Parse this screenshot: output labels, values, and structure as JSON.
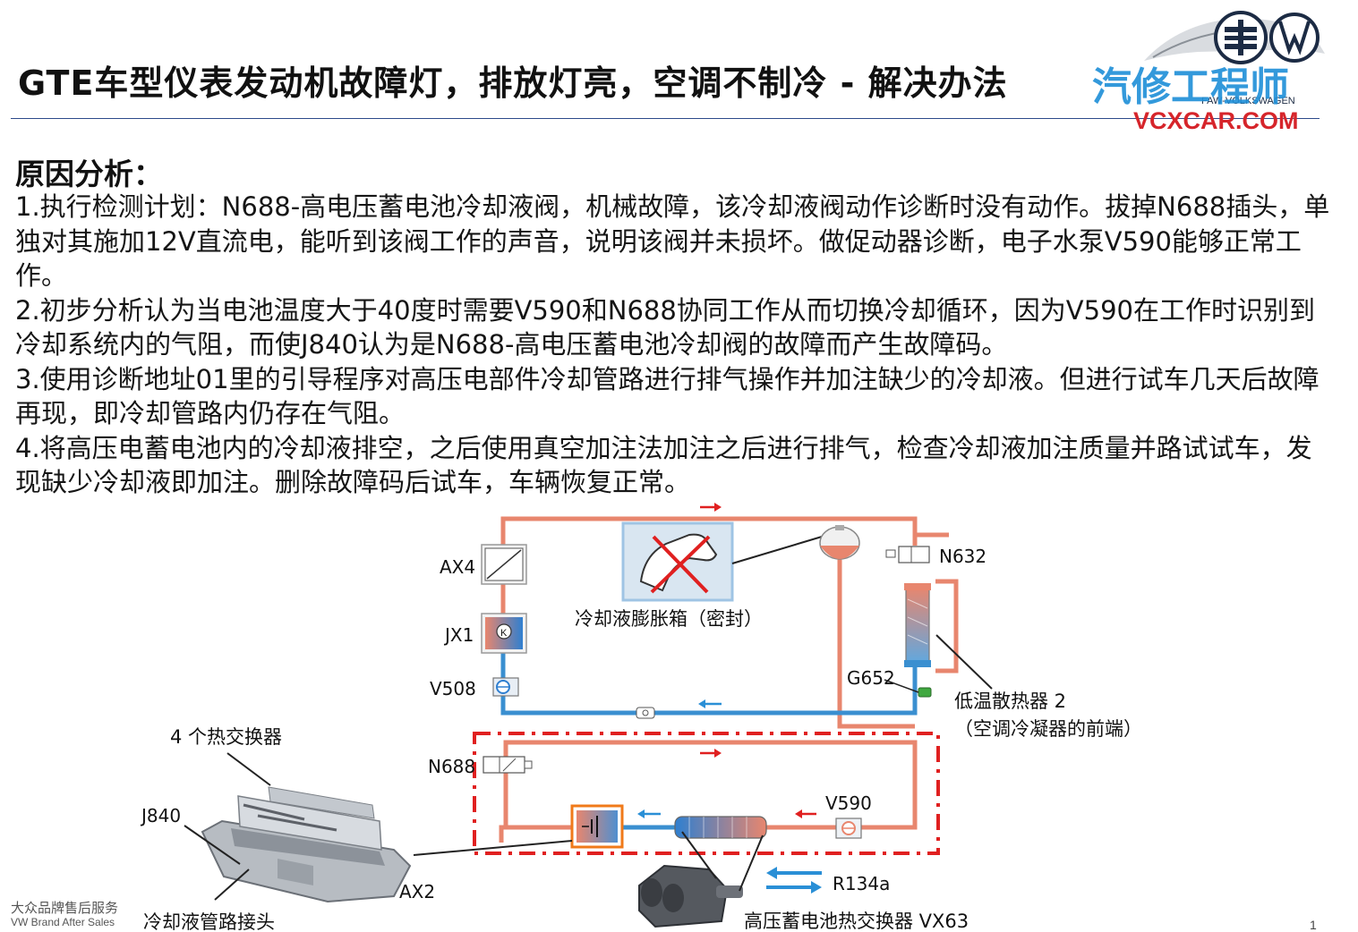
{
  "slide": {
    "title": "GTE车型仪表发动机故障灯，排放灯亮，空调不制冷 - 解决办法",
    "heading": "原因分析：",
    "paragraphs": [
      "1.执行检测计划：N688-高电压蓄电池冷却液阀，机械故障，该冷却液阀动作诊断时没有动作。拔掉N688插头，单独对其施加12V直流电，能听到该阀工作的声音，说明该阀并未损坏。做促动器诊断，电子水泵V590能够正常工作。",
      "2.初步分析认为当电池温度大于40度时需要V590和N688协同工作从而切换冷却循环，因为V590在工作时识别到冷却系统内的气阻，而使J840认为是N688-高电压蓄电池冷却阀的故障而产生故障码。",
      "3.使用诊断地址01里的引导程序对高压电部件冷却管路进行排气操作并加注缺少的冷却液。但进行试车几天后故障再现，即冷却管路内仍存在气阻。",
      "4.将高压电蓄电池内的冷却液排空，之后使用真空加注法加注之后进行排气，检查冷却液加注质量并路试试车，发现缺少冷却液即加注。删除故障码后试车，车辆恢复正常。"
    ],
    "footer_cn": "大众品牌售后服务",
    "footer_en": "VW Brand After Sales",
    "page_number": "1"
  },
  "logo": {
    "text_cn": "汽修工程师",
    "text_en": "VCXCAR.COM",
    "brand": "FAW-VOLKSWAGEN",
    "colors": {
      "cn_text": "#1e8fd8",
      "en_text": "#d6252b"
    }
  },
  "diagram": {
    "labels": {
      "ax4": "AX4",
      "jx1": "JX1",
      "v508": "V508",
      "n688": "N688",
      "n632": "N632",
      "g652": "G652",
      "v590": "V590",
      "j840": "J840",
      "ax2": "AX2",
      "r134a": "R134a",
      "heat_exchangers": "4 个热交换器",
      "coolant_connector": "冷却液管路接头",
      "expansion_tank": "冷却液膨胀箱（密封）",
      "low_temp_radiator": "低温散热器 2",
      "radiator_note": "（空调冷凝器的前端）",
      "battery_heat_exchanger": "高压蓄电池热交换器 VX63",
      "jx1_glyph": "K"
    },
    "colors": {
      "hot_pipe": "#e8866e",
      "cold_pipe": "#3a8fd0",
      "arrow_red": "#e02020",
      "arrow_blue": "#2a8fd6",
      "dashed_box": "#e02020"
    }
  }
}
